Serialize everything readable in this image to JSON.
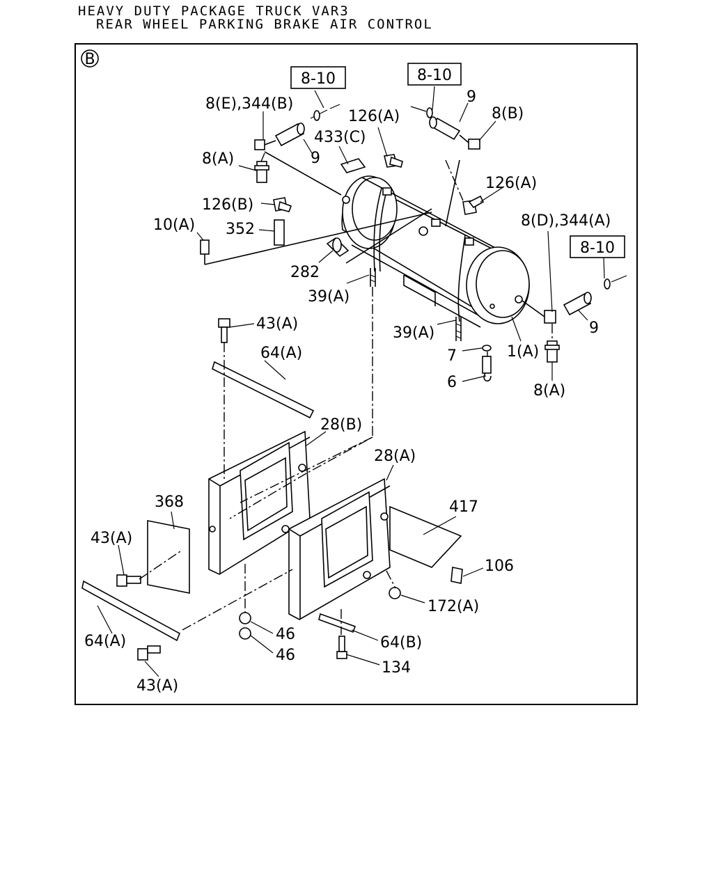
{
  "header": {
    "line1": "HEAVY DUTY PACKAGE TRUCK VAR3",
    "line2": "REAR WHEEL PARKING BRAKE AIR CONTROL"
  },
  "diagram": {
    "view_marker": "B",
    "ref_boxes": [
      "8-10",
      "8-10",
      "8-10"
    ],
    "callouts": [
      "8(E),344(B)",
      "9",
      "126(A)",
      "433(C)",
      "9",
      "8(B)",
      "8(A)",
      "126(A)",
      "126(B)",
      "10(A)",
      "352",
      "8(D),344(A)",
      "282",
      "39(A)",
      "43(A)",
      "39(A)",
      "9",
      "7",
      "1(A)",
      "64(A)",
      "6",
      "8(A)",
      "28(B)",
      "28(A)",
      "368",
      "417",
      "43(A)",
      "106",
      "172(A)",
      "64(A)",
      "46",
      "46",
      "64(B)",
      "134",
      "43(A)"
    ]
  }
}
